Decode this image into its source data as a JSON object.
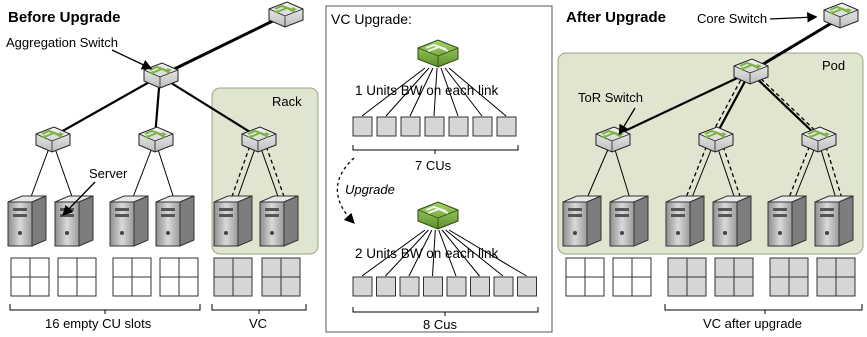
{
  "left": {
    "title": "Before Upgrade",
    "aggregation_switch_label": "Aggregation Switch",
    "rack_label": "Rack",
    "server_label": "Server",
    "empty_slots_label": "16 empty CU slots",
    "vc_label": "VC"
  },
  "middle": {
    "title": "VC Upgrade:",
    "before_bw": "1 Units BW on each link",
    "before_cus": "7 CUs",
    "upgrade_label": "Upgrade",
    "after_bw": "2 Units BW on each link",
    "after_cus": "8 Cus"
  },
  "right": {
    "title": "After Upgrade",
    "core_switch_label": "Core Switch",
    "pod_label": "Pod",
    "tor_switch_label": "ToR Switch",
    "vc_after_label": "VC after upgrade"
  },
  "colors": {
    "switch_green": "#7cb342",
    "shaded_region": "#dfe5cf",
    "shaded_border": "#9aa58a",
    "unit_gray": "#d6d6d6",
    "server_gray": "#c8c8c8"
  }
}
